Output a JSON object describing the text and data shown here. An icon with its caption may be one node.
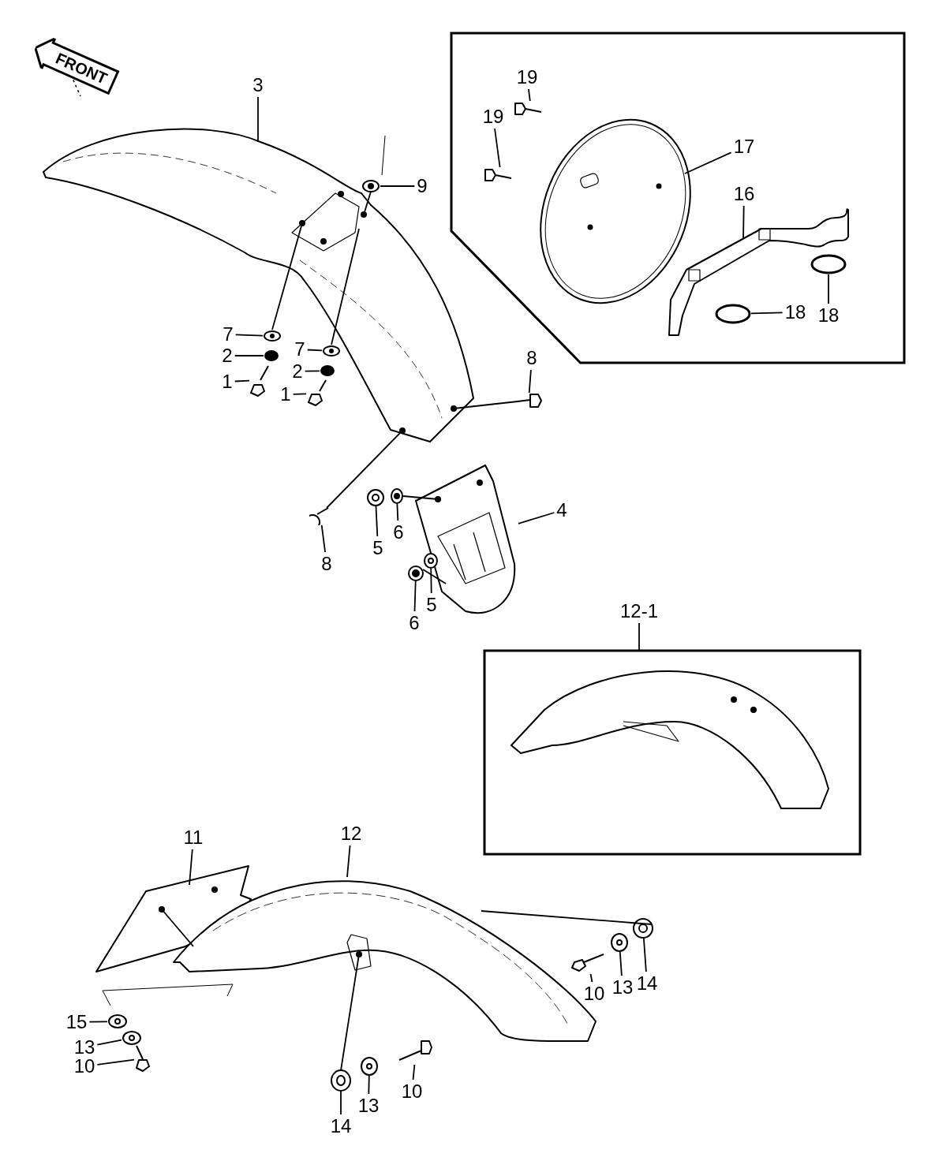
{
  "diagram": {
    "nodes": [
      {
        "text": [
          "FRONT"
        ]
      },
      {
        "text": [],
        "shape": "box"
      },
      {
        "text": [],
        "shape": "box"
      },
      {
        "text": [
          "3"
        ]
      },
      {
        "text": [
          "9"
        ]
      },
      {
        "text": [
          "7"
        ]
      },
      {
        "text": [
          "2"
        ]
      },
      {
        "text": [
          "1"
        ]
      },
      {
        "text": [
          "7"
        ]
      },
      {
        "text": [
          "2"
        ]
      },
      {
        "text": [
          "1"
        ]
      },
      {
        "text": [
          "8"
        ]
      },
      {
        "text": [
          "4"
        ]
      },
      {
        "text": [
          "8"
        ]
      },
      {
        "text": [
          "5"
        ]
      },
      {
        "text": [
          "6"
        ]
      },
      {
        "text": [
          "6"
        ]
      },
      {
        "text": [
          "5"
        ]
      },
      {
        "text": [
          "19"
        ],
        "in": 1
      },
      {
        "text": [
          "19"
        ],
        "in": 1
      },
      {
        "text": [
          "17"
        ],
        "in": 1
      },
      {
        "text": [
          "16"
        ],
        "in": 1
      },
      {
        "text": [
          "18"
        ],
        "in": 1
      },
      {
        "text": [
          "18"
        ],
        "in": 1
      },
      {
        "text": [
          "12-1"
        ]
      },
      {
        "text": [
          "11"
        ]
      },
      {
        "text": [
          "12"
        ]
      },
      {
        "text": [
          "15"
        ]
      },
      {
        "text": [
          "13"
        ]
      },
      {
        "text": [
          "10"
        ]
      },
      {
        "text": [
          "10"
        ]
      },
      {
        "text": [
          "13"
        ]
      },
      {
        "text": [
          "14"
        ]
      },
      {
        "text": [
          "14"
        ]
      },
      {
        "text": [
          "13"
        ]
      },
      {
        "text": [
          "10"
        ]
      },
      {
        "text": [],
        "shape": "picture"
      },
      {
        "text": [],
        "shape": "picture"
      },
      {
        "text": [],
        "shape": "picture"
      },
      {
        "text": [],
        "shape": "circle"
      },
      {
        "text": [],
        "shape": "picture"
      },
      {
        "text": [],
        "shape": "picture"
      },
      {
        "text": [],
        "shape": "circle"
      },
      {
        "text": [],
        "shape": "picture"
      },
      {
        "text": [],
        "shape": "picture"
      },
      {
        "text": [],
        "shape": "picture"
      },
      {
        "text": [],
        "shape": "picture"
      },
      {
        "text": [],
        "shape": "picture"
      },
      {
        "text": [],
        "shape": "picture"
      },
      {
        "text": [],
        "shape": "picture"
      },
      {
        "text": [],
        "shape": "picture"
      },
      {
        "text": [],
        "shape": "picture",
        "in": 1
      },
      {
        "text": [],
        "shape": "picture",
        "in": 1
      },
      {
        "text": [],
        "shape": "picture",
        "in": 1
      },
      {
        "text": [],
        "shape": "picture",
        "in": 1
      },
      {
        "text": [],
        "shape": "circle",
        "in": 1
      },
      {
        "text": [],
        "shape": "circle",
        "in": 1
      },
      {
        "text": [],
        "shape": "picture"
      },
      {
        "text": [],
        "shape": "picture"
      },
      {
        "text": [],
        "shape": "picture"
      },
      {
        "text": [],
        "shape": "picture"
      },
      {
        "text": [],
        "shape": "picture"
      },
      {
        "text": [],
        "shape": "picture"
      },
      {
        "text": [],
        "shape": "picture"
      },
      {
        "text": [],
        "shape": "picture"
      },
      {
        "text": [],
        "shape": "picture"
      },
      {
        "text": [],
        "shape": "picture"
      },
      {
        "text": [],
        "shape": "picture"
      }
    ],
    "edges": [
      {
        "from": 3,
        "to": 36,
        "arrow": "none"
      },
      {
        "from": 4,
        "to": 37,
        "arrow": "none"
      },
      {
        "from": 5,
        "to": 38,
        "arrow": "none"
      },
      {
        "from": 6,
        "to": 39,
        "arrow": "none"
      },
      {
        "from": 7,
        "to": 40,
        "arrow": "none"
      },
      {
        "from": 8,
        "to": 41,
        "arrow": "none"
      },
      {
        "from": 9,
        "to": 42,
        "arrow": "none"
      },
      {
        "from": 10,
        "to": 43,
        "arrow": "none"
      },
      {
        "from": 11,
        "to": 44,
        "arrow": "none"
      },
      {
        "from": 12,
        "to": 45,
        "arrow": "none"
      },
      {
        "from": 13,
        "to": 46,
        "arrow": "none"
      },
      {
        "from": 14,
        "to": 47,
        "arrow": "none"
      },
      {
        "from": 15,
        "to": 48,
        "arrow": "none"
      },
      {
        "from": 16,
        "to": 49,
        "arrow": "none"
      },
      {
        "from": 17,
        "to": 50,
        "arrow": "none"
      },
      {
        "from": 18,
        "to": 51,
        "arrow": "none"
      },
      {
        "from": 19,
        "to": 52,
        "arrow": "none"
      },
      {
        "from": 20,
        "to": 53,
        "arrow": "none"
      },
      {
        "from": 21,
        "to": 54,
        "arrow": "none"
      },
      {
        "from": 22,
        "to": 55,
        "arrow": "none"
      },
      {
        "from": 23,
        "to": 56,
        "arrow": "none"
      },
      {
        "from": 24,
        "to": 2,
        "arrow": "none"
      },
      {
        "from": 25,
        "to": 57,
        "arrow": "none"
      },
      {
        "from": 26,
        "to": 58,
        "arrow": "none"
      },
      {
        "from": 27,
        "to": 59,
        "arrow": "none"
      },
      {
        "from": 28,
        "to": 60,
        "arrow": "none"
      },
      {
        "from": 29,
        "to": 61,
        "arrow": "none"
      },
      {
        "from": 30,
        "to": 62,
        "arrow": "none"
      },
      {
        "from": 31,
        "to": 63,
        "arrow": "none"
      },
      {
        "from": 32,
        "to": 64,
        "arrow": "none"
      },
      {
        "from": 33,
        "to": 65,
        "arrow": "none"
      },
      {
        "from": 34,
        "to": 66,
        "arrow": "none"
      },
      {
        "from": 35,
        "to": 67,
        "arrow": "none"
      },
      {
        "from": 37,
        "to": 36,
        "arrow": "none"
      },
      {
        "from": 38,
        "to": 36,
        "arrow": "none"
      },
      {
        "from": 41,
        "to": 36,
        "arrow": "none"
      },
      {
        "from": 44,
        "to": 36,
        "arrow": "none"
      },
      {
        "from": 46,
        "to": 36,
        "arrow": "none"
      },
      {
        "from": 48,
        "to": 45,
        "arrow": "none"
      },
      {
        "from": 49,
        "to": 45,
        "arrow": "none"
      },
      {
        "from": 57,
        "to": 58,
        "arrow": "none"
      },
      {
        "from": 65,
        "to": 58,
        "arrow": "none"
      },
      {
        "from": 64,
        "to": 58,
        "arrow": "none"
      }
    ]
  }
}
